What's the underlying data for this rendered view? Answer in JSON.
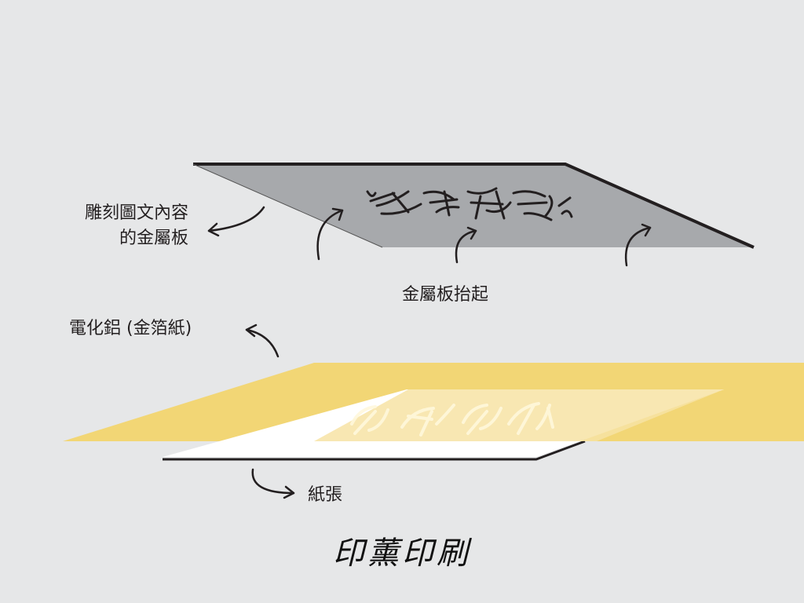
{
  "labels": {
    "plate_line1": "雕刻圖文內容",
    "plate_line2": "的金屬板",
    "lift": "金屬板抬起",
    "foil": "電化鋁 (金箔紙)",
    "paper": "紙張"
  },
  "title": "印薰印刷",
  "plate_engraving_text": "印薰印刷",
  "colors": {
    "background": "#e6e7e8",
    "plate": "#a7a9ac",
    "plate_edge": "#231f20",
    "foil": "#f2d675",
    "paper": "#ffffff",
    "stamped_area": "#f7e3a4",
    "arrow": "#231f20",
    "text": "#231f20"
  }
}
